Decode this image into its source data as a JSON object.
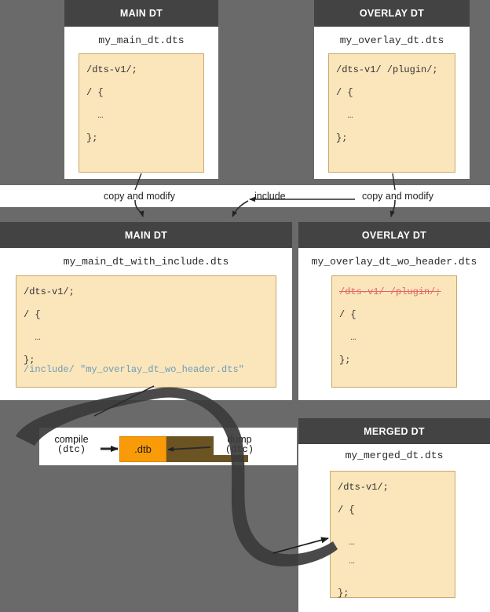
{
  "diagram": {
    "title_top_left": "MAIN DT",
    "title_top_right": "OVERLAY DT",
    "title_mid_left": "MAIN DT",
    "title_mid_right": "OVERLAY DT",
    "title_bottom_right": "MERGED DT"
  },
  "top_left": {
    "header": "MAIN DT",
    "filename": "my_main_dt.dts",
    "code": {
      "l1": "/dts-v1/;",
      "l2": "/ {",
      "l3": "  …",
      "l4": "};"
    }
  },
  "top_right": {
    "header": "OVERLAY DT",
    "filename": "my_overlay_dt.dts",
    "code": {
      "l1": "/dts-v1/ /plugin/;",
      "l2": "/ {",
      "l3": "  …",
      "l4": "};"
    }
  },
  "arrows_upper": {
    "copy_modify_left": "copy and modify",
    "include": "include",
    "copy_modify_right": "copy and modify"
  },
  "mid_left": {
    "header": "MAIN DT",
    "filename": "my_main_dt_with_include.dts",
    "code": {
      "l1": "/dts-v1/;",
      "l2": "/ {",
      "l3": "  …",
      "l4": "};",
      "l5_keyword": "/include/",
      "l5_path": " \"my_overlay_dt_wo_header.dts\""
    }
  },
  "mid_right": {
    "header": "OVERLAY DT",
    "filename": "my_overlay_dt_wo_header.dts",
    "code": {
      "l1_struck": "/dts-v1/ /plugin/;",
      "l2": "/ {",
      "l3": "  …",
      "l4": "};"
    }
  },
  "toolchain": {
    "compile_label": "compile",
    "compile_tool": "(dtc)",
    "artifact": ".dtb",
    "dump_label": "dump",
    "dump_tool": "(dtc)"
  },
  "bottom_right": {
    "header": "MERGED DT",
    "filename": "my_merged_dt.dts",
    "code": {
      "l1": "/dts-v1/;",
      "l2": "/ {",
      "l3": "  …",
      "l4": "  …",
      "l5": "};"
    }
  },
  "colors": {
    "background": "#6a6a6a",
    "header_bar": "#434343",
    "panel": "#ffffff",
    "code_bg": "#fbe5bb",
    "code_border": "#c9a96a",
    "accent_orange": "#f99b09",
    "artifact_tail": "#6b5422",
    "strike_red": "#e06666",
    "include_blue": "#6d9eb8"
  }
}
